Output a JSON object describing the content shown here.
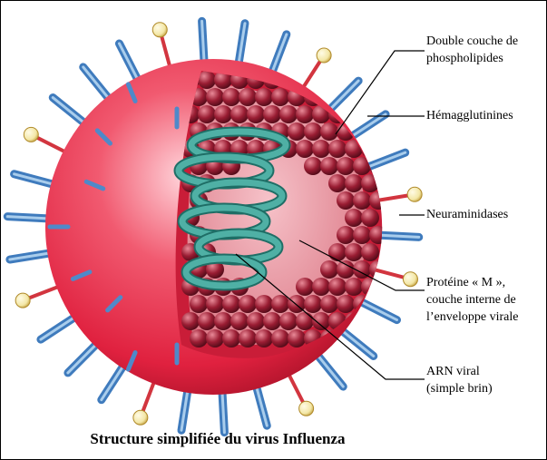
{
  "diagram": {
    "labels": {
      "bilayer": [
        "Double couche de",
        "phospholipides"
      ],
      "hemagglutinins": [
        "Hémagglutinines"
      ],
      "neuraminidases": [
        "Neuraminidases"
      ],
      "m_protein": [
        "Protéine « M »,",
        "couche interne de",
        "l’enveloppe virale"
      ],
      "rna": [
        "ARN viral",
        "(simple brin)"
      ]
    },
    "caption": "Structure simplifiée du virus Influenza",
    "colors": {
      "envelope": "#e0213f",
      "envelope_dark": "#9a0e22",
      "hemagglutinin": "#4f89c9",
      "hemagglutinin_light": "#a9cdec",
      "neuraminidase_stalk": "#d2353f",
      "neuraminidase_head": "#f3e7a6",
      "m_protein": "#8a1a2e",
      "m_protein_light": "#d9707e",
      "rna": "#4fb0a5",
      "rna_dark": "#1f6e66"
    }
  }
}
